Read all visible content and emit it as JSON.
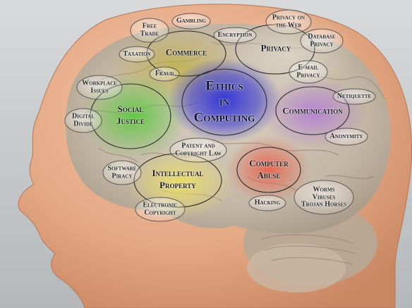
{
  "diagram": {
    "center": "Ethics\nin\nComputing",
    "main_topics": {
      "commerce": "Commerce",
      "privacy": "Privacy",
      "social_justice": "Social\nJustice",
      "communication": "Communication",
      "intellectual_property": "Intellectual\nProperty",
      "computer_abuse": "Computer\nAbuse"
    },
    "subtopics": {
      "gambling": "Gambling",
      "free_trade": "Free\nTrade",
      "taxation": "Taxation",
      "encryption": "Encryption",
      "privacy_on_the_web": "Privacy on\nthe Web",
      "database_privacy": "Database\nPrivacy",
      "email_privacy": "E-mail\nPrivacy",
      "fraud": "Fraud",
      "workplace_issues": "Workplace\nIssues",
      "digital_divide": "Digital\nDivide",
      "netiquette": "Netiquette",
      "anonymity": "Anonymity",
      "patent_copyright": "Patent and\nCopyright Law",
      "software_piracy": "Software\nPiracy",
      "electronic_copyright": "Electronic\nCopyright",
      "hacking": "Hacking",
      "worms_viruses": "Worms\nViruses\nTrojan Horses"
    }
  }
}
